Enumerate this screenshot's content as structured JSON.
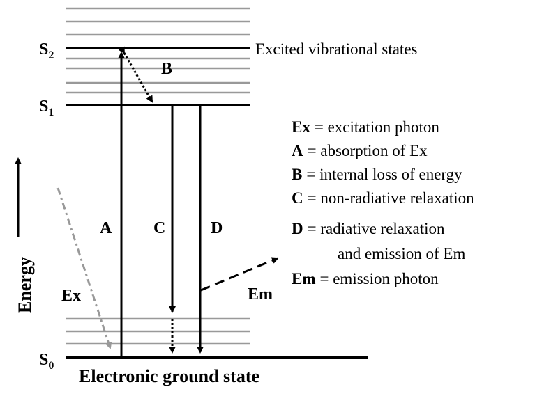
{
  "levels": {
    "s2": {
      "main": "S",
      "sub": "2"
    },
    "s1": {
      "main": "S",
      "sub": "1"
    },
    "s0": {
      "main": "S",
      "sub": "0"
    },
    "excited_label": "Excited vibrational states",
    "ground_label": "Electronic ground state"
  },
  "axis": {
    "label": "Energy"
  },
  "transitions": {
    "a": "A",
    "b": "B",
    "c": "C",
    "d": "D",
    "ex": "Ex",
    "em": "Em"
  },
  "legend": [
    {
      "key": "Ex",
      "text": "= excitation photon"
    },
    {
      "key": "A",
      "text": "= absorption of Ex"
    },
    {
      "key": "B",
      "text": "= internal loss of energy"
    },
    {
      "key": "C",
      "text": "= non-radiative relaxation"
    },
    {
      "key": "D",
      "text": "= radiative relaxation"
    },
    {
      "key": "",
      "text": "and emission of Em"
    },
    {
      "key": "Em",
      "text": "= emission photon"
    }
  ],
  "colors": {
    "line": "#000000",
    "vibrational": "#999999",
    "excitation_arrow": "#999999"
  }
}
